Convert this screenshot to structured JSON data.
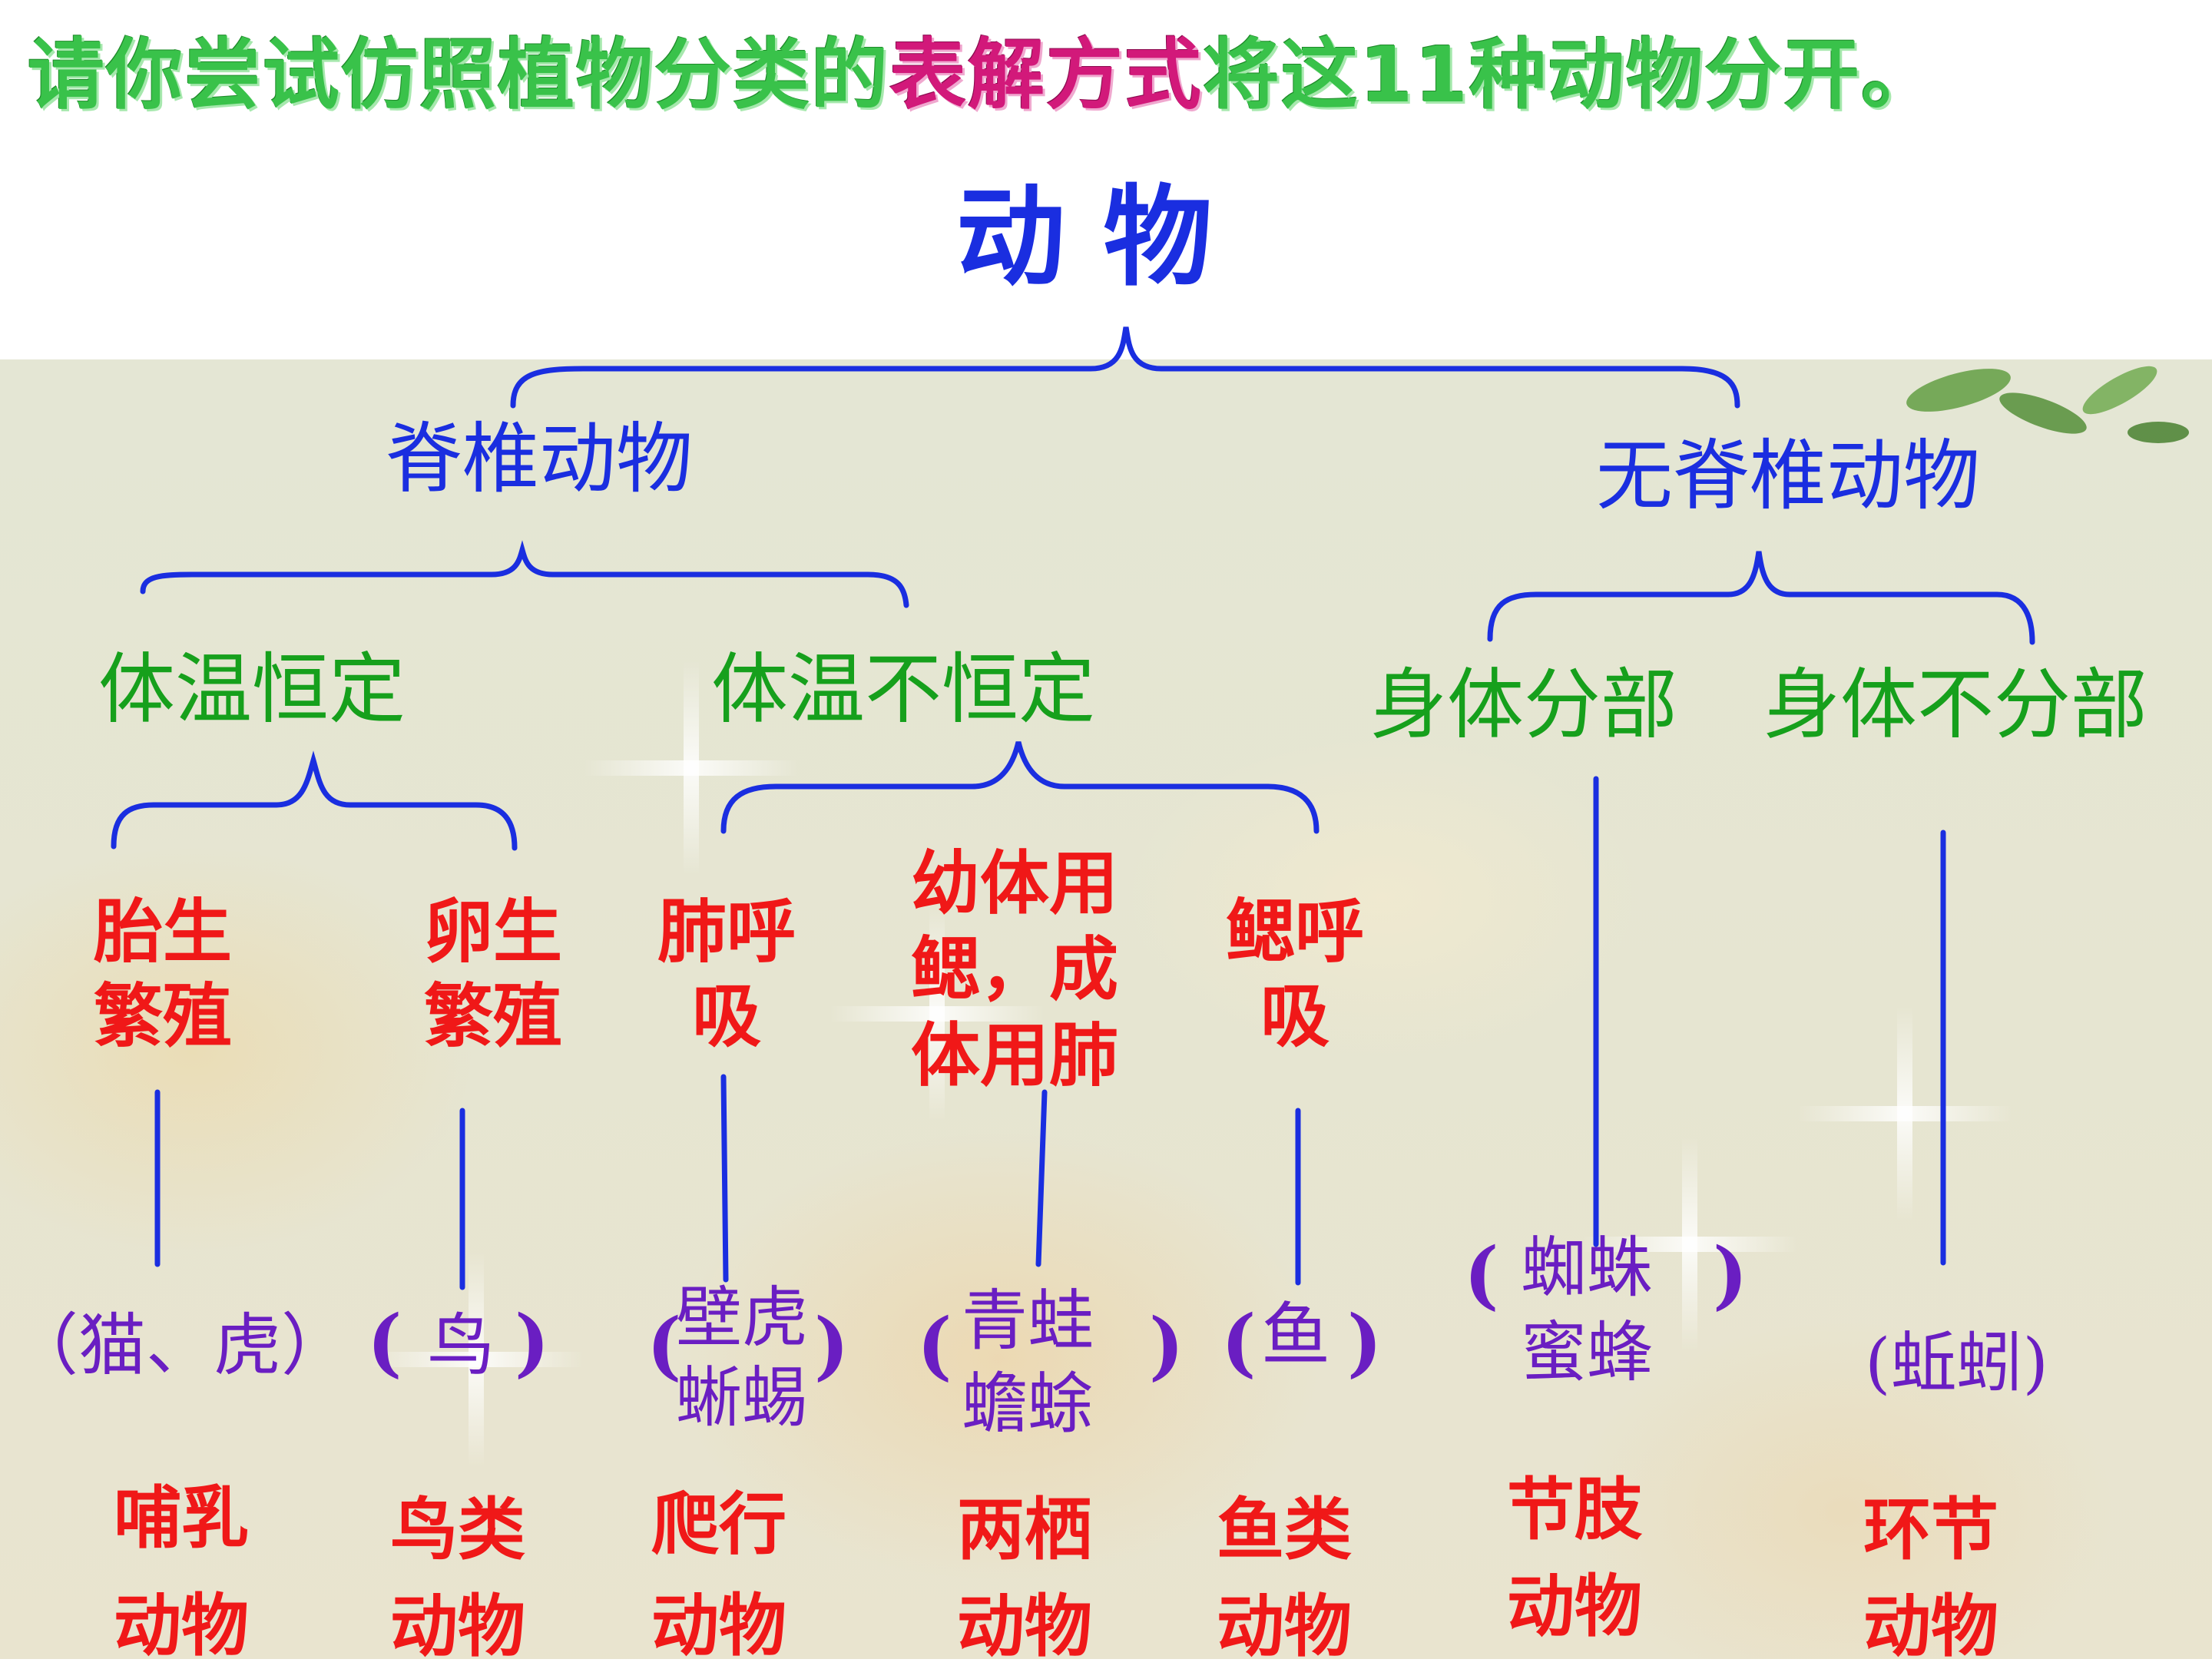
{
  "heading": {
    "part1": "请你尝试仿照植物分类的",
    "part2": "表解方式",
    "part3": "将这11种动物分开。"
  },
  "root": "动  物",
  "level1": {
    "left": "脊椎动物",
    "right": "无脊椎动物"
  },
  "level2": {
    "warm": "体温恒定",
    "cold": "体温不恒定",
    "segmented": "身体分部",
    "unsegmented": "身体不分部"
  },
  "level3": {
    "viviparous": [
      "胎生",
      "繁殖"
    ],
    "oviparous": [
      "卵生",
      "繁殖"
    ],
    "lung": [
      "肺呼",
      "吸"
    ],
    "amphibian": [
      "幼体用",
      "鳃，成",
      "体用肺"
    ],
    "gill": [
      "鳃呼",
      "吸"
    ]
  },
  "examples": {
    "mammal": "（猫、虎）",
    "bird_open": "(",
    "bird": "鸟",
    "bird_close": ")",
    "reptile_open": "(",
    "reptile": [
      "壁虎",
      "蜥蜴"
    ],
    "reptile_close": ")",
    "amph_open": "(",
    "amph": [
      "青蛙",
      "蟾蜍"
    ],
    "amph_close": ")",
    "fish_open": "(",
    "fish": "鱼",
    "fish_close": ")",
    "arth_open": "(",
    "arth": [
      "蜘蛛",
      "蜜蜂"
    ],
    "arth_close": ")",
    "annelid": "(蚯蚓)"
  },
  "classes": {
    "mammal": [
      "哺乳",
      "动物"
    ],
    "bird": [
      "鸟类",
      "动物"
    ],
    "reptile": [
      "爬行",
      "动物"
    ],
    "amphibian": [
      "两栖",
      "动物"
    ],
    "fish": [
      "鱼类",
      "动物"
    ],
    "arthropod": [
      "节肢",
      "动物"
    ],
    "annelid": [
      "环节",
      "动物"
    ]
  },
  "colors": {
    "bracket": "#1a2ee0",
    "heading": "#39c24a",
    "heading_highlight": "#d2197a",
    "category_green": "#16a01c",
    "trait_red": "#f01818",
    "example_purple": "#6a1ec2"
  }
}
